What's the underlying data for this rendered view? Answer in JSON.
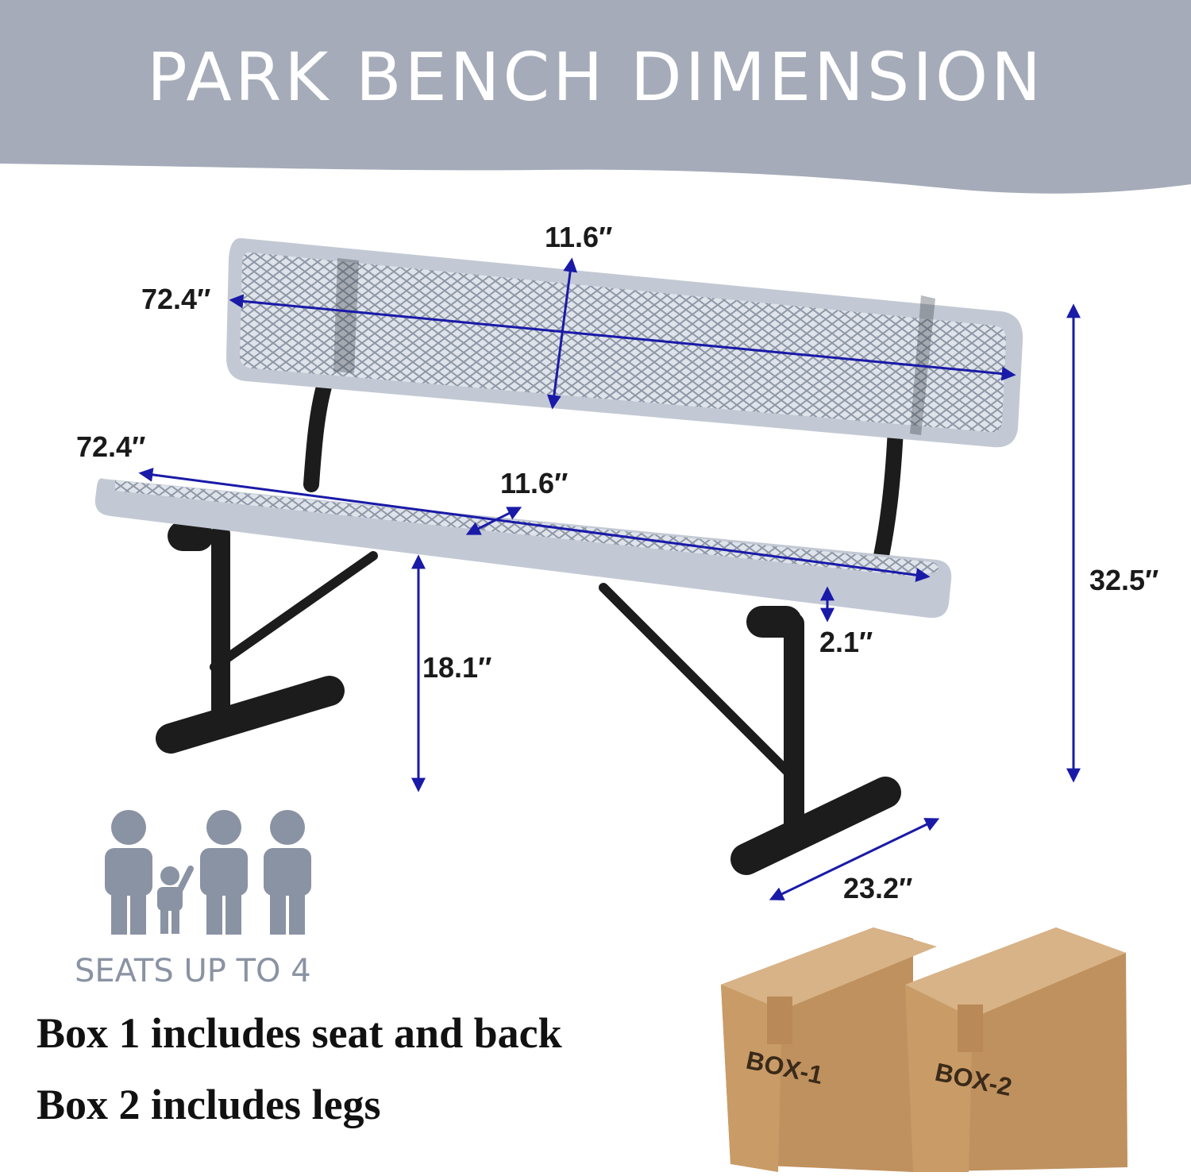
{
  "title": "PARK BENCH DIMENSION",
  "dimensions": {
    "back_length": "72.4″",
    "back_height": "11.6″",
    "seat_length": "72.4″",
    "seat_depth": "11.6″",
    "overall_height": "32.5″",
    "seat_height": "18.1″",
    "seat_thickness": "2.1″",
    "leg_width": "23.2″"
  },
  "seating": {
    "label": "SEATS UP TO 4",
    "icon": "people-icon"
  },
  "boxes": {
    "note_1": "Box 1 includes seat and back",
    "note_2": "Box 2 includes legs",
    "box_1_label": "BOX-1",
    "box_2_label": "BOX-2"
  },
  "colors": {
    "banner": "#a5abb8",
    "bench_frame": "#c3c9d4",
    "arrow": "#1a1aa8",
    "legs": "#1c1c1c",
    "cardboard": "#c9a173",
    "people": "#8a93a3"
  }
}
